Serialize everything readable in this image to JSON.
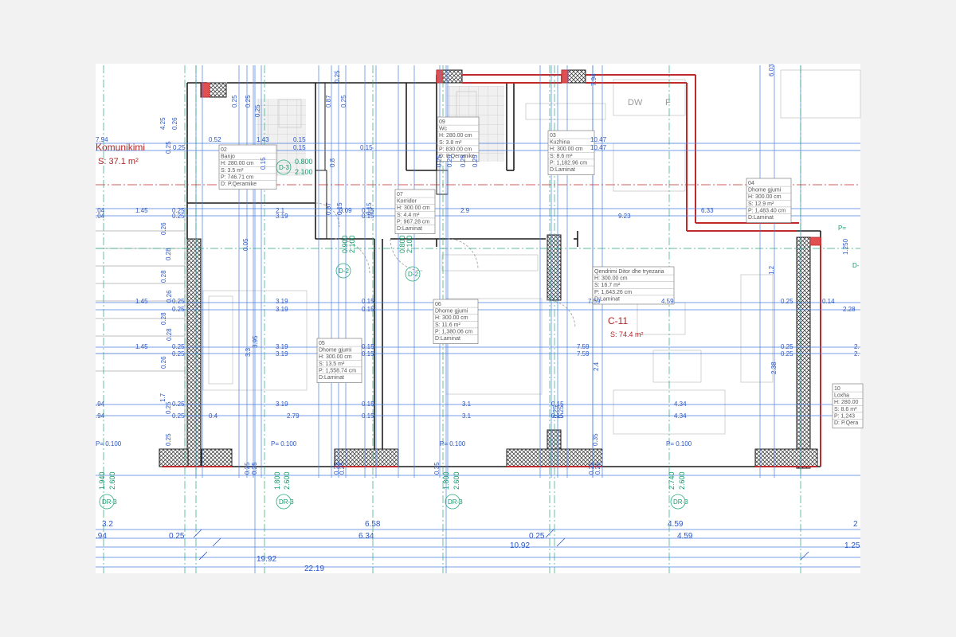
{
  "zones": [
    {
      "title": "Komunikimi",
      "area": "S: 37.1 m²"
    },
    {
      "title": "C-11",
      "area": "S: 74.4 m²"
    }
  ],
  "rooms": [
    {
      "lines": [
        "02",
        "Banjo",
        "H: 280.00 cm",
        "S: 3.5 m²",
        "P: 746.71 cm",
        "D: P.Qeramike"
      ]
    },
    {
      "lines": [
        "09",
        "Wc",
        "H: 280.00 cm",
        "S: 3.8 m²",
        "P: 830.00 cm",
        "D: P.Qeramike"
      ]
    },
    {
      "lines": [
        "03",
        "Kuzhina",
        "H: 300.00 cm",
        "S: 8.6 m²",
        "P: 1,182.96 cm",
        "D:Laminat"
      ]
    },
    {
      "lines": [
        "04",
        "Dhome gjumi",
        "H: 300.00 cm",
        "S: 12.9 m²",
        "P: 1,483.40 cm",
        "D:Laminat"
      ]
    },
    {
      "lines": [
        "07",
        "Korridor",
        "H: 300.00 cm",
        "S: 4.4 m²",
        "P: 967.28 cm",
        "D:Laminat"
      ]
    },
    {
      "lines": [
        "Qendrimi Ditor dhe tryezaria",
        "H: 300.00 cm",
        "S: 16.7 m²",
        "P: 1,643.26 cm",
        "D:Laminat"
      ]
    },
    {
      "lines": [
        "06",
        "Dhome gjumi",
        "H: 300.00 cm",
        "S: 11.6 m²",
        "P: 1,380.06 cm",
        "D:Laminat"
      ]
    },
    {
      "lines": [
        "05",
        "Dhome gjumi",
        "H: 300.00 cm",
        "S: 13.5 m²",
        "P: 1,558.74 cm",
        "D:Laminat"
      ]
    },
    {
      "lines": [
        "10",
        "Loxha",
        "H: 280.00",
        "S: 8.6 m²",
        "P: 1,243",
        "D: P.Qera"
      ]
    }
  ],
  "door_tags": [
    "D-3",
    "D-2",
    "D-2",
    "DR-3",
    "DR-3",
    "DR-3",
    "DR-3",
    "P=",
    "D-"
  ],
  "door_sizes": [
    "0.800",
    "2.100",
    "0.800",
    "2.100",
    "0.900",
    "2.100"
  ],
  "appliances": [
    "DW",
    "F"
  ],
  "sill": [
    "P= 0.100",
    "P= 0.100",
    "P= 0.100",
    "P= 0.100",
    "P= 0.100"
  ],
  "win_dims": [
    "1.940",
    "2.600",
    "1.800",
    "2.600",
    "1.800",
    "2.600",
    "2.740",
    "2.600"
  ],
  "bottom_dims": [
    "3.2",
    "6.58",
    "4.59",
    "2",
    ".94",
    "0.25",
    "6.34",
    "0.25",
    "4.59",
    "10.92",
    "1.25",
    "19.92",
    "22.19"
  ],
  "h_dims": [
    "7.94",
    "0.52",
    "1.43",
    "0.15",
    "10.47",
    "0.25",
    "0.15",
    "0.15",
    "10.47",
    ".04",
    "1.45",
    "0.25",
    "2.1",
    "0.09",
    "0.15",
    "2.9",
    "6.33",
    ".04",
    "0.25",
    "3.19",
    "0.15",
    "9.23",
    "1.45",
    "0.25",
    "3.19",
    "0.15",
    "7.59",
    "4.59",
    "0.25",
    "0.14",
    "0.25",
    "3.19",
    "0.15",
    "2.28",
    "1.45",
    "0.25",
    "3.19",
    "0.15",
    "7.59",
    "0.25",
    "2.",
    "0.25",
    "3.19",
    "0.15",
    "7.59",
    "0.25",
    "2.",
    ".94",
    "0.25",
    "3.19",
    "0.15",
    "3.1",
    "0.15",
    "4.34",
    ".94",
    "0.25",
    "0.4",
    "2.79",
    "0.15",
    "3.1",
    "0.15",
    "4.34"
  ],
  "v_dims": [
    "4.25",
    "0.25",
    "0.26",
    "0.25",
    "0.15",
    "0.26",
    "0.28",
    "0.28",
    "0.26",
    "0.28",
    "0.28",
    "0.26",
    "1.7",
    "0.25",
    "0.25",
    "0.25",
    "0.25",
    "0.87",
    "0.25",
    "0.25",
    "0.8",
    "0.87",
    "0.05",
    "3.95",
    "3.3",
    "0.25",
    "0.25",
    "0.25",
    "0.25",
    "0.35",
    "0.25",
    "0.25",
    "7.94",
    "0.25",
    "0.25",
    "0.25",
    "0.25",
    "0.15",
    "0.15",
    "0.35",
    "0.25",
    "0.25",
    "2.4",
    "6.03",
    "1.2",
    "2.38",
    "1.250"
  ]
}
